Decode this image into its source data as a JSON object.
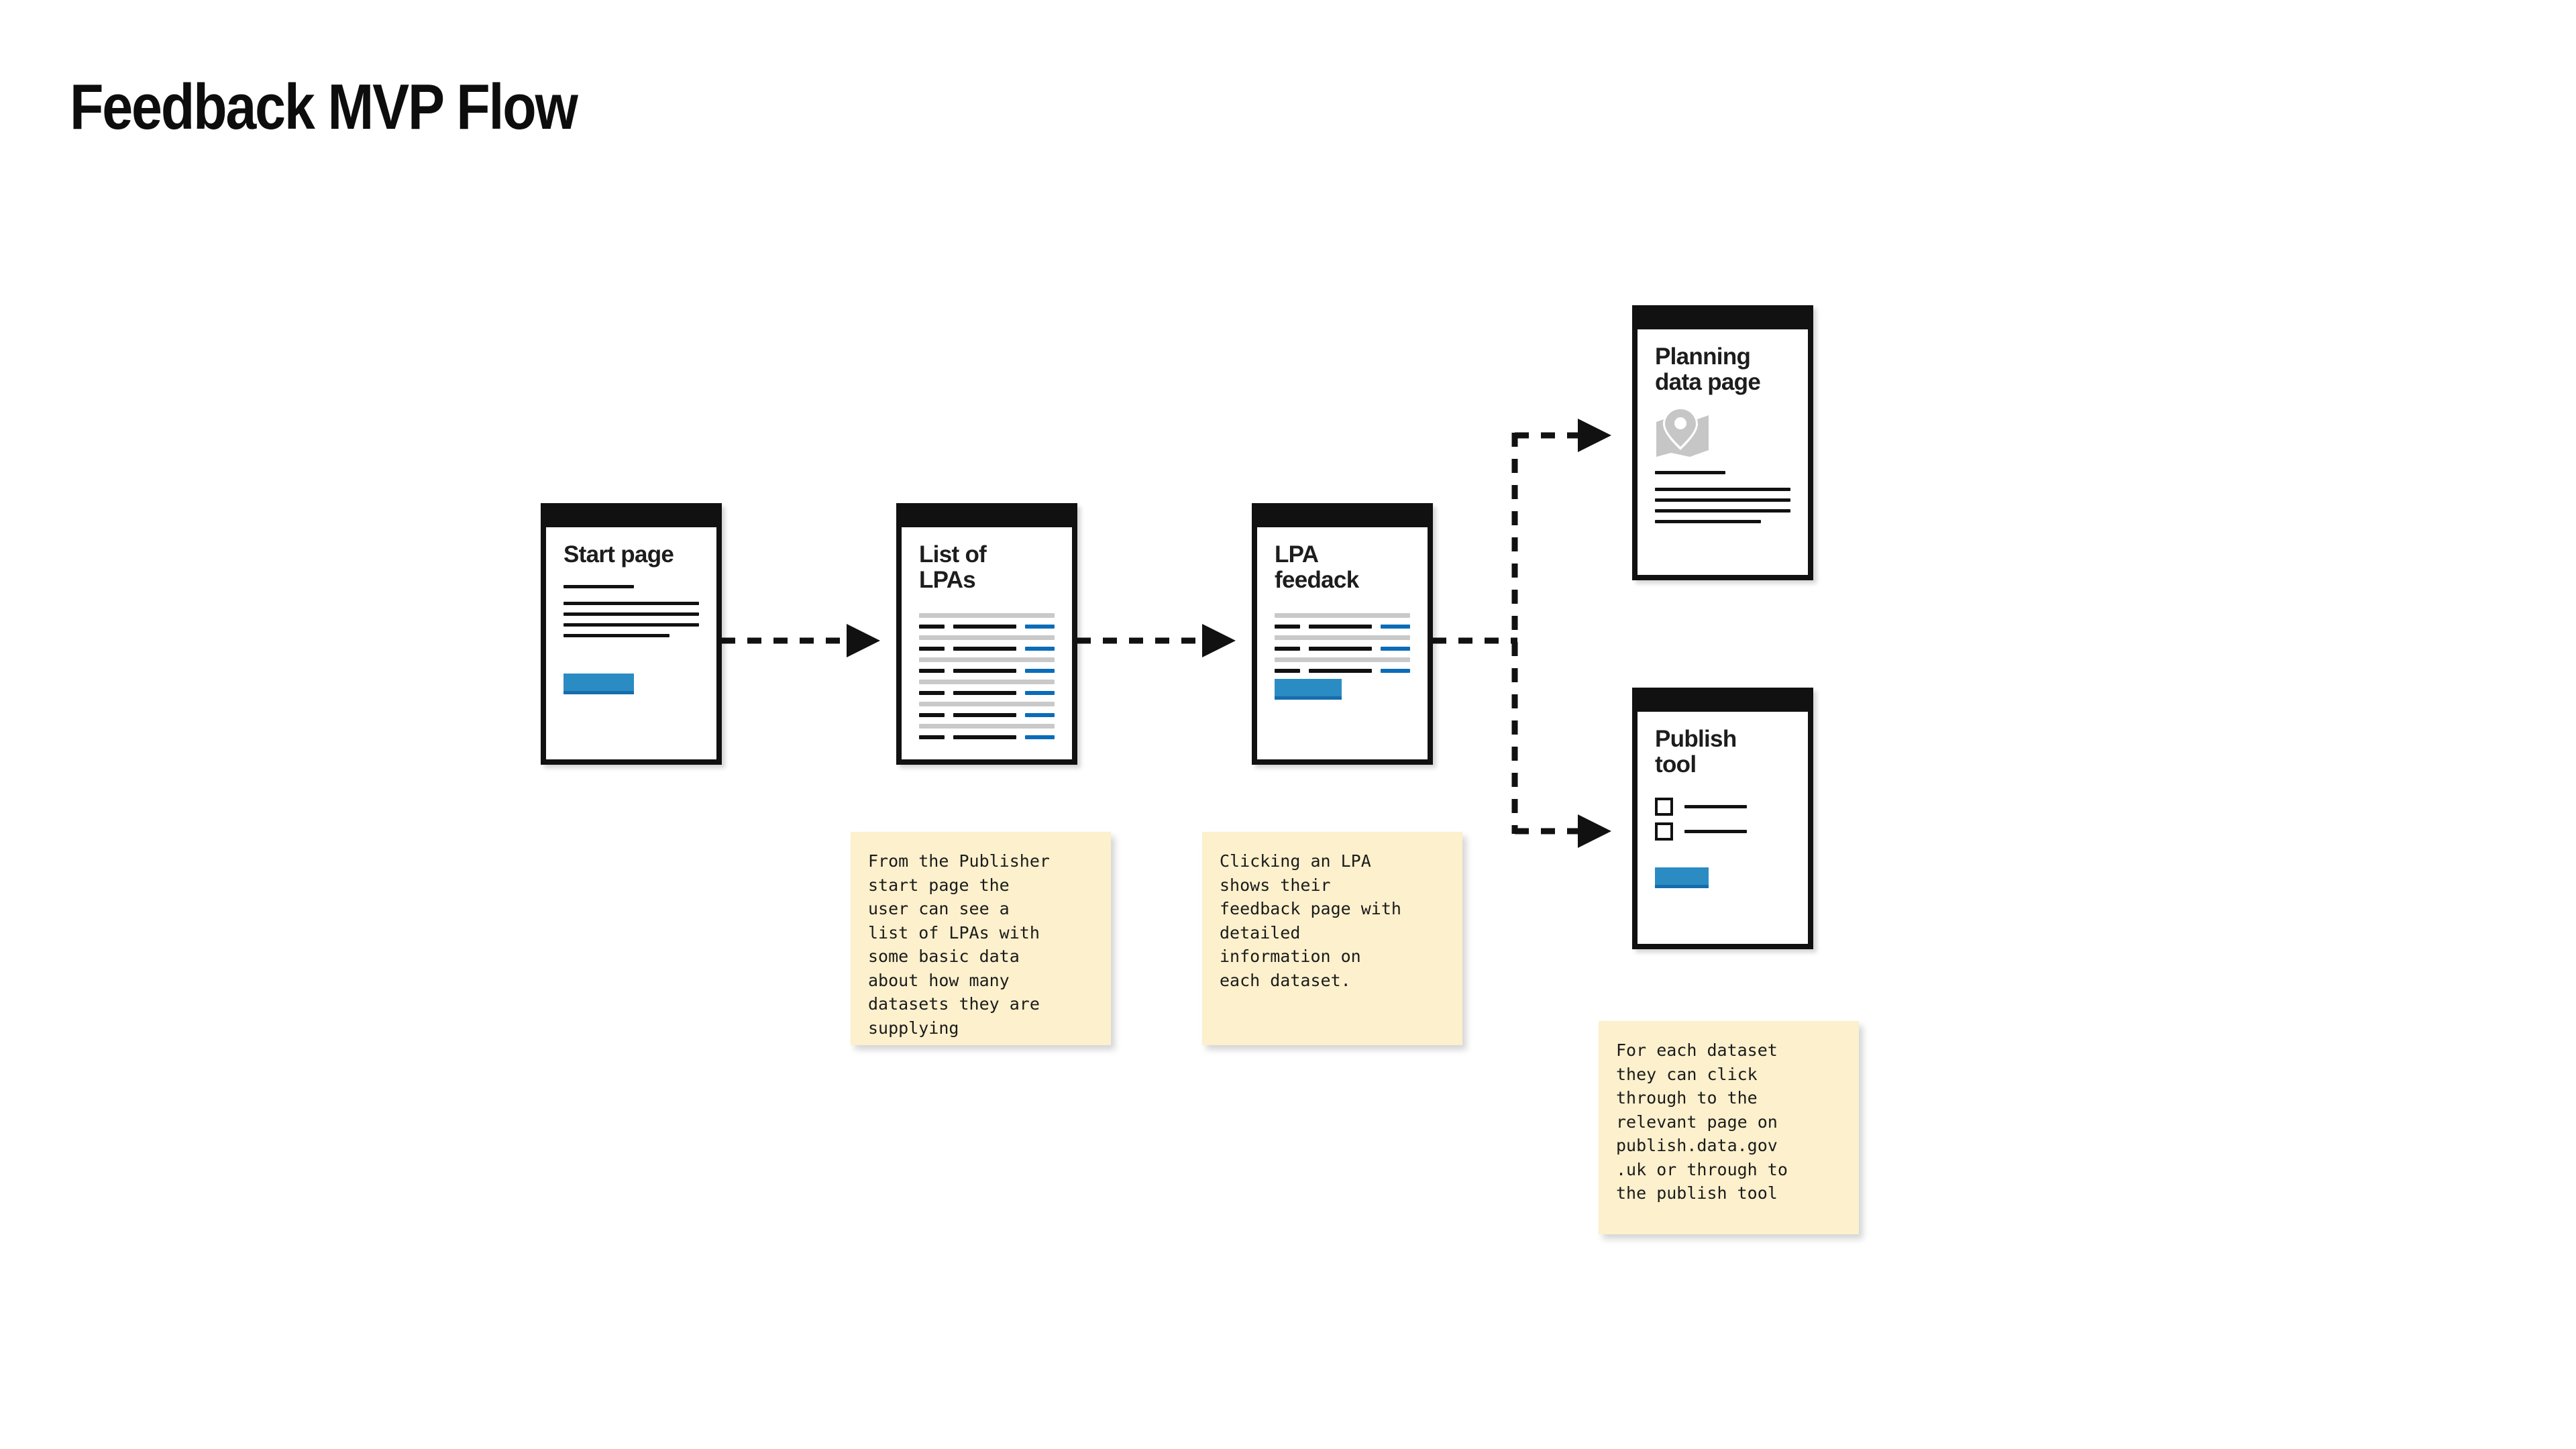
{
  "title": "Feedback MVP Flow",
  "theme": {
    "background": "#ffffff",
    "ink": "#111111",
    "button_blue": "#2b8cc4",
    "button_blue_shadow": "#176cad",
    "link_blue": "#0b6cb8",
    "separator_gray": "#c9c9c9",
    "icon_gray": "#c6c6c6",
    "note_yellow": "#fcf0cd"
  },
  "cards": [
    {
      "id": "start-page",
      "title": "Start page",
      "content": "text-lines-and-button"
    },
    {
      "id": "list-of-lpas",
      "title": "List of\nLPAs",
      "content": "table-rows-with-links",
      "row_count": 6
    },
    {
      "id": "lpa-feedack",
      "title": "LPA\nfeedack",
      "content": "table-rows-with-links-and-button",
      "row_count": 3
    },
    {
      "id": "planning-data-page",
      "title": "Planning\ndata page",
      "content": "map-icon-and-text-lines",
      "icon": "map-pin-icon"
    },
    {
      "id": "publish-tool",
      "title": "Publish\ntool",
      "content": "checkboxes-and-button",
      "checkbox_count": 2
    }
  ],
  "notes": [
    {
      "id": "note-start-page",
      "text": "From the Publisher\nstart page the\nuser can see a\nlist of LPAs with\nsome basic data\nabout how many\ndatasets they are\nsupplying"
    },
    {
      "id": "note-lpa-feedback",
      "text": "Clicking an LPA\nshows their\nfeedback page with\ndetailed\ninformation on\neach dataset."
    },
    {
      "id": "note-publish",
      "text": "For each dataset\nthey can click\nthrough to the\nrelevant page on\npublish.data.gov\n.uk or through to\nthe publish tool"
    }
  ],
  "connectors": [
    {
      "id": "start-to-list",
      "from": "start-page",
      "to": "list-of-lpas",
      "style": "dashed-arrow"
    },
    {
      "id": "list-to-feedack",
      "from": "list-of-lpas",
      "to": "lpa-feedack",
      "style": "dashed-arrow"
    },
    {
      "id": "feedack-to-planning",
      "from": "lpa-feedack",
      "to": "planning-data-page",
      "style": "dashed-arrow-branch"
    },
    {
      "id": "feedack-to-publish",
      "from": "lpa-feedack",
      "to": "publish-tool",
      "style": "dashed-arrow-branch"
    }
  ]
}
